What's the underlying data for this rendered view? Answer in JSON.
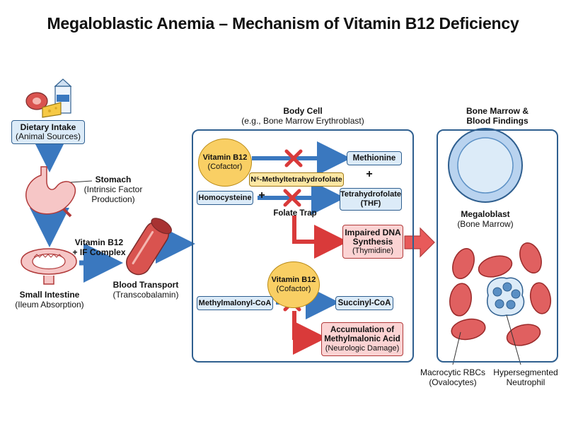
{
  "title": "Megaloblastic Anemia – Mechanism of Vitamin B12 Deficiency",
  "pathway": {
    "dietary_intake": {
      "name": "Dietary Intake",
      "sub": "(Animal Sources)"
    },
    "stomach": {
      "name": "Stomach",
      "sub1": "(Intrinsic Factor",
      "sub2": "Production)"
    },
    "small_intestine": {
      "name": "Small Intestine",
      "sub": "(Ileum Absorption)"
    },
    "b12_if_complex": {
      "line1": "Vitamin B12",
      "line2": "+ IF Complex"
    },
    "blood_transport": {
      "name": "Blood Transport",
      "sub": "(Transcobalamin)"
    }
  },
  "body_cell": {
    "title": "Body Cell",
    "subtitle": "(e.g., Bone Marrow Erythroblast)",
    "cofactor1": {
      "name": "Vitamin B12",
      "sub": "(Cofactor)"
    },
    "methionine": "Methionine",
    "methyl_thf": "N⁵-Methyltetrahydrofolate",
    "plus": "+",
    "homocysteine": "Homocysteine",
    "thf": {
      "line1": "Tetrahydrofolate",
      "line2": "(THF)"
    },
    "folate_trap": "Folate Trap",
    "impaired_dna": {
      "line1": "Impaired DNA",
      "line2": "Synthesis",
      "sub": "(Thymidine)"
    },
    "cofactor2": {
      "name": "Vitamin B12",
      "sub": "(Cofactor)"
    },
    "methylmalonyl": "Methylmalonyl-CoA",
    "succinyl": "Succinyl-CoA",
    "mma": {
      "line1": "Accumulation of",
      "line2": "Methylmalonic Acid",
      "sub": "(Neurologic Damage)"
    }
  },
  "bone_marrow": {
    "title1": "Bone Marrow &",
    "title2": "Blood Findings",
    "megaloblast": {
      "name": "Megaloblast",
      "sub": "(Bone Marrow)"
    },
    "macrocytic": {
      "line1": "Macrocytic RBCs",
      "line2": "(Ovalocytes)"
    },
    "neutrophil": {
      "line1": "Hypersegmented",
      "line2": "Neutrophil"
    }
  },
  "colors": {
    "blue": "#3a78bf",
    "red": "#d93a3a",
    "panel": "#2f5f8f",
    "yellow": "#f9cf64"
  }
}
